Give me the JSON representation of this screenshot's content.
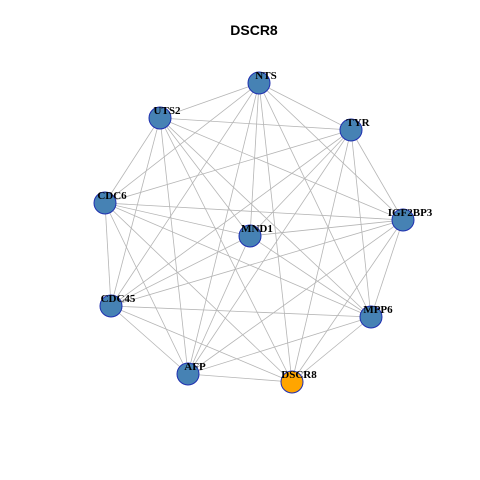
{
  "title": "DSCR8",
  "colors": {
    "node_fill": "#4682b4",
    "hub_fill": "#ffa500",
    "node_border": "#1f2fb0",
    "edge": "#b5b5b5",
    "background": "#ffffff"
  },
  "nodes": [
    {
      "id": "NTS",
      "label": "NTS",
      "role": "gene"
    },
    {
      "id": "UTS2",
      "label": "UTS2",
      "role": "gene"
    },
    {
      "id": "TYR",
      "label": "TYR",
      "role": "gene"
    },
    {
      "id": "CDC6",
      "label": "CDC6",
      "role": "gene"
    },
    {
      "id": "IGF2BP3",
      "label": "IGF2BP3",
      "role": "gene"
    },
    {
      "id": "MND1",
      "label": "MND1",
      "role": "gene"
    },
    {
      "id": "CDC45",
      "label": "CDC45",
      "role": "gene"
    },
    {
      "id": "MPP6",
      "label": "MPP6",
      "role": "gene"
    },
    {
      "id": "AFP",
      "label": "AFP",
      "role": "gene"
    },
    {
      "id": "DSCR8",
      "label": "DSCR8",
      "role": "hub"
    }
  ],
  "edges": [
    [
      "NTS",
      "UTS2"
    ],
    [
      "NTS",
      "TYR"
    ],
    [
      "NTS",
      "CDC6"
    ],
    [
      "NTS",
      "IGF2BP3"
    ],
    [
      "NTS",
      "MND1"
    ],
    [
      "NTS",
      "CDC45"
    ],
    [
      "NTS",
      "MPP6"
    ],
    [
      "NTS",
      "AFP"
    ],
    [
      "NTS",
      "DSCR8"
    ],
    [
      "UTS2",
      "TYR"
    ],
    [
      "UTS2",
      "CDC6"
    ],
    [
      "UTS2",
      "IGF2BP3"
    ],
    [
      "UTS2",
      "MND1"
    ],
    [
      "UTS2",
      "CDC45"
    ],
    [
      "UTS2",
      "MPP6"
    ],
    [
      "UTS2",
      "AFP"
    ],
    [
      "UTS2",
      "DSCR8"
    ],
    [
      "TYR",
      "CDC6"
    ],
    [
      "TYR",
      "IGF2BP3"
    ],
    [
      "TYR",
      "MND1"
    ],
    [
      "TYR",
      "CDC45"
    ],
    [
      "TYR",
      "MPP6"
    ],
    [
      "TYR",
      "AFP"
    ],
    [
      "TYR",
      "DSCR8"
    ],
    [
      "CDC6",
      "IGF2BP3"
    ],
    [
      "CDC6",
      "MND1"
    ],
    [
      "CDC6",
      "CDC45"
    ],
    [
      "CDC6",
      "MPP6"
    ],
    [
      "CDC6",
      "AFP"
    ],
    [
      "CDC6",
      "DSCR8"
    ],
    [
      "IGF2BP3",
      "MND1"
    ],
    [
      "IGF2BP3",
      "CDC45"
    ],
    [
      "IGF2BP3",
      "MPP6"
    ],
    [
      "IGF2BP3",
      "AFP"
    ],
    [
      "IGF2BP3",
      "DSCR8"
    ],
    [
      "MND1",
      "CDC45"
    ],
    [
      "MND1",
      "MPP6"
    ],
    [
      "MND1",
      "AFP"
    ],
    [
      "CDC45",
      "MPP6"
    ],
    [
      "CDC45",
      "AFP"
    ],
    [
      "CDC45",
      "DSCR8"
    ],
    [
      "MPP6",
      "AFP"
    ],
    [
      "MPP6",
      "DSCR8"
    ],
    [
      "AFP",
      "DSCR8"
    ]
  ]
}
